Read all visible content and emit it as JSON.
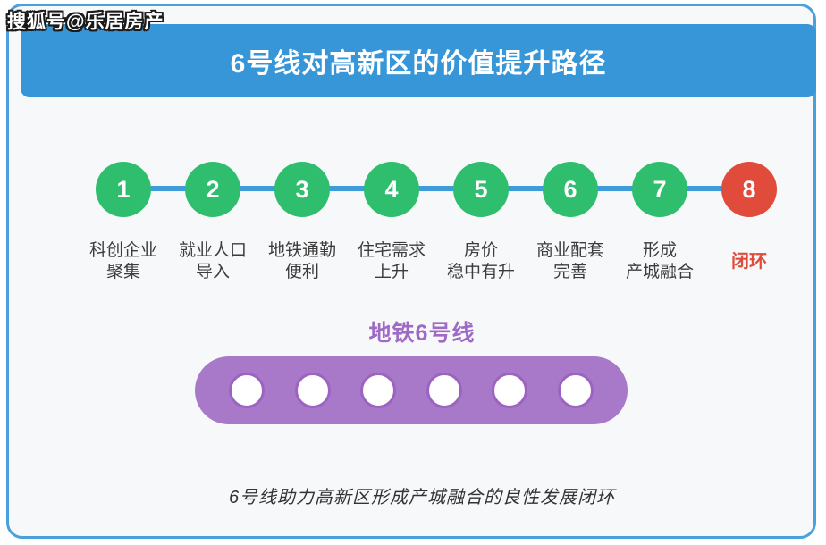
{
  "watermark": "搜狐号@乐居房产",
  "header": {
    "title": "6号线对高新区的价值提升路径"
  },
  "flow": {
    "steps": [
      {
        "num": "1",
        "label_lines": [
          "科创企业",
          "聚集"
        ],
        "color": "green",
        "emphasis": false
      },
      {
        "num": "2",
        "label_lines": [
          "就业人口",
          "导入"
        ],
        "color": "green",
        "emphasis": false
      },
      {
        "num": "3",
        "label_lines": [
          "地铁通勤",
          "便利"
        ],
        "color": "green",
        "emphasis": false
      },
      {
        "num": "4",
        "label_lines": [
          "住宅需求",
          "上升"
        ],
        "color": "green",
        "emphasis": false
      },
      {
        "num": "5",
        "label_lines": [
          "房价",
          "稳中有升"
        ],
        "color": "green",
        "emphasis": false
      },
      {
        "num": "6",
        "label_lines": [
          "商业配套",
          "完善"
        ],
        "color": "green",
        "emphasis": false
      },
      {
        "num": "7",
        "label_lines": [
          "形成",
          "产城融合"
        ],
        "color": "green",
        "emphasis": false
      },
      {
        "num": "8",
        "label_lines": [
          "闭环"
        ],
        "color": "red",
        "emphasis": true
      }
    ]
  },
  "subway": {
    "label": "地铁6号线",
    "station_count": 6
  },
  "caption": "6号线助力高新区形成产城融合的良性发展闭环",
  "colors": {
    "frame-border": "#4aa0dc",
    "page-bg": "#f7f8fa",
    "header-bg": "#3796d8",
    "title-text": "#ffffff",
    "connector": "#3e9cdb",
    "step-green": "#2ebe6e",
    "step-red": "#e14b3b",
    "label-text": "#3c3c3c",
    "subway-purple": "#a878c9",
    "subway-text": "#9e6ac5",
    "station-ring": "#9c63c0",
    "caption-text": "#333333"
  }
}
